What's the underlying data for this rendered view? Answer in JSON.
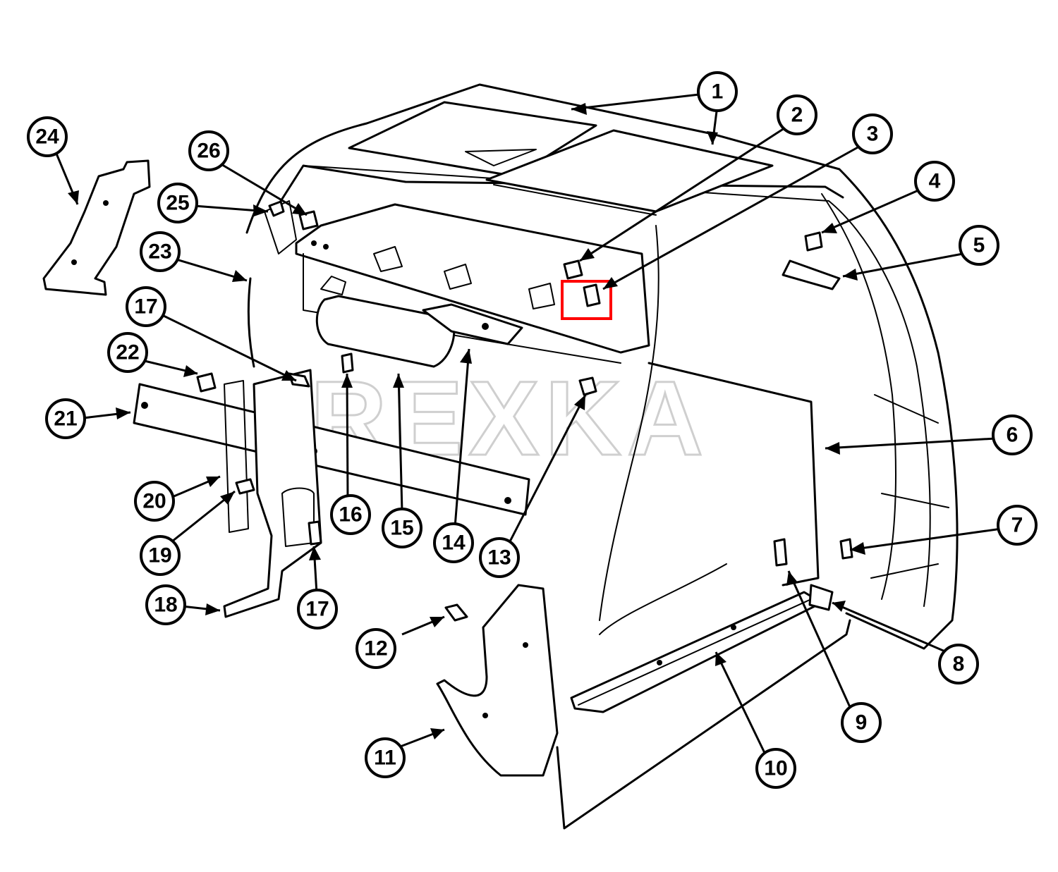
{
  "watermark": "REXKA",
  "highlight_color": "#ff0000",
  "callouts": [
    {
      "id": "1",
      "name": "callout-1"
    },
    {
      "id": "2",
      "name": "callout-2"
    },
    {
      "id": "3",
      "name": "callout-3"
    },
    {
      "id": "4",
      "name": "callout-4"
    },
    {
      "id": "5",
      "name": "callout-5"
    },
    {
      "id": "6",
      "name": "callout-6"
    },
    {
      "id": "7",
      "name": "callout-7"
    },
    {
      "id": "8",
      "name": "callout-8"
    },
    {
      "id": "9",
      "name": "callout-9"
    },
    {
      "id": "10",
      "name": "callout-10"
    },
    {
      "id": "11",
      "name": "callout-11"
    },
    {
      "id": "12",
      "name": "callout-12"
    },
    {
      "id": "13",
      "name": "callout-13"
    },
    {
      "id": "14",
      "name": "callout-14"
    },
    {
      "id": "15",
      "name": "callout-15"
    },
    {
      "id": "16",
      "name": "callout-16"
    },
    {
      "id": "17",
      "name": "callout-17-upper"
    },
    {
      "id": "17",
      "name": "callout-17-lower"
    },
    {
      "id": "18",
      "name": "callout-18"
    },
    {
      "id": "19",
      "name": "callout-19"
    },
    {
      "id": "20",
      "name": "callout-20"
    },
    {
      "id": "21",
      "name": "callout-21"
    },
    {
      "id": "22",
      "name": "callout-22"
    },
    {
      "id": "23",
      "name": "callout-23"
    },
    {
      "id": "24",
      "name": "callout-24"
    },
    {
      "id": "25",
      "name": "callout-25"
    },
    {
      "id": "26",
      "name": "callout-26"
    }
  ]
}
